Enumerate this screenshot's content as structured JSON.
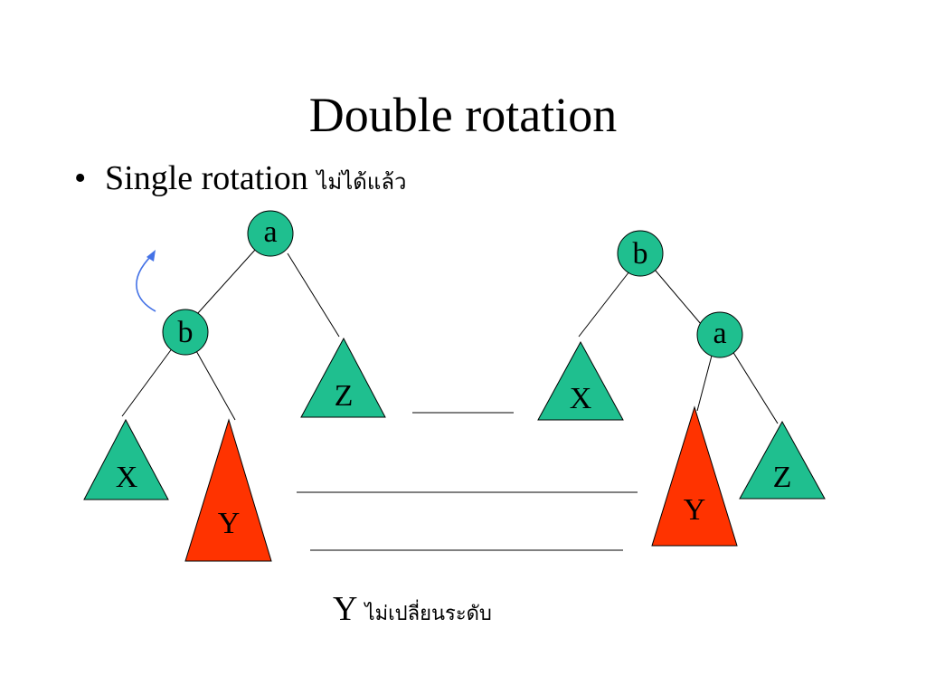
{
  "title": "Double rotation",
  "bullet": {
    "symbol": "•",
    "text_en": "Single rotation",
    "text_th": "ไม่ได้แล้ว"
  },
  "footnote": {
    "letter": "Y",
    "text_th": "ไม่เปลี่ยนระดับ"
  },
  "colors": {
    "node_fill": "#1fbf8f",
    "subtree_fill": "#1fbf8f",
    "highlight_fill": "#ff3300",
    "arrow": "#4472e6",
    "line": "#000000"
  },
  "left_tree": {
    "root": "a",
    "child": "b",
    "subtrees": [
      "X",
      "Y",
      "Z"
    ]
  },
  "right_tree": {
    "root": "b",
    "child": "a",
    "subtrees": [
      "X",
      "Y",
      "Z"
    ]
  }
}
